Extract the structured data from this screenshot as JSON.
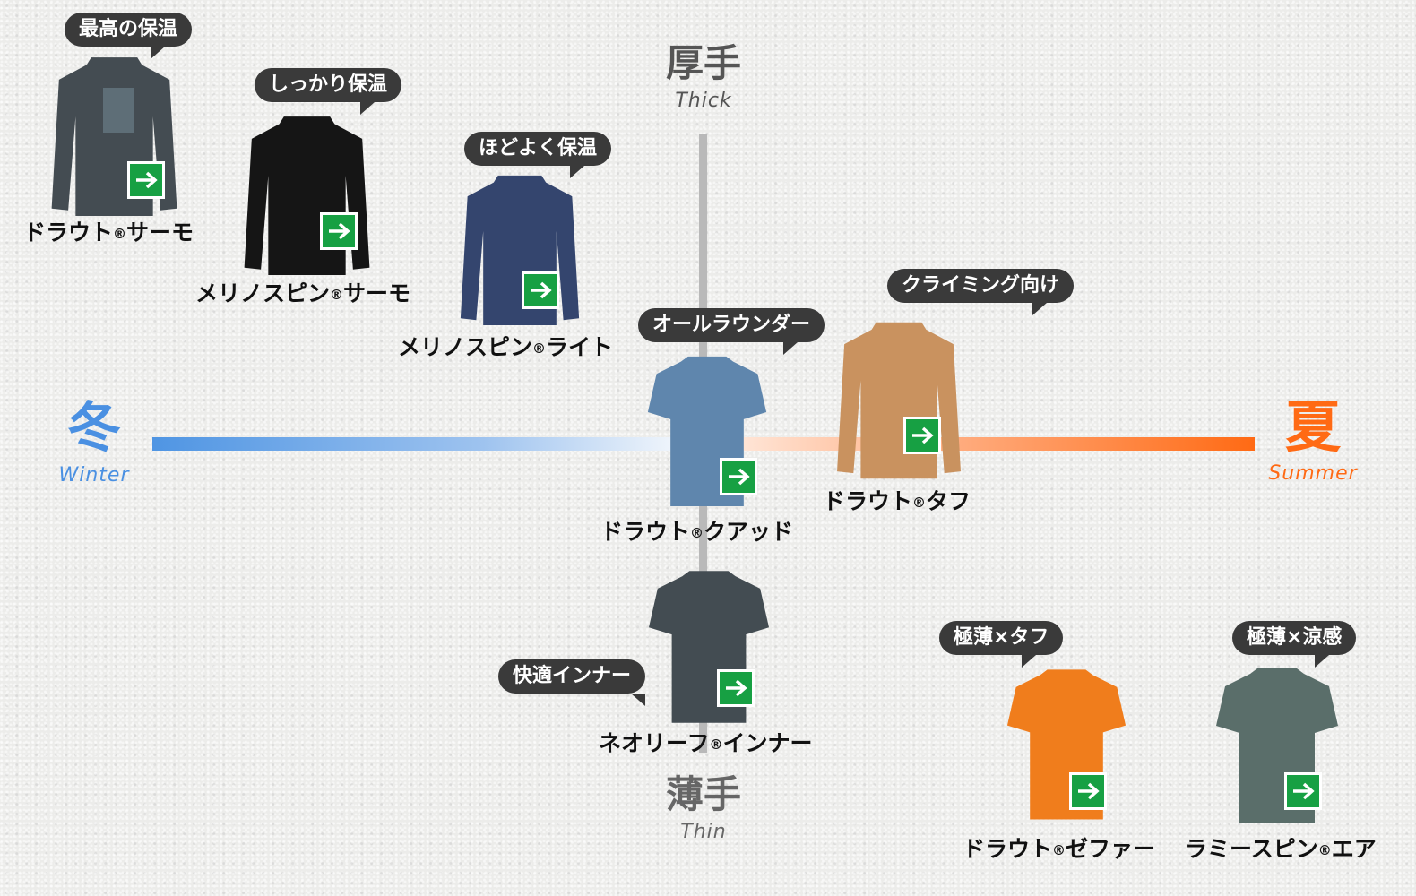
{
  "axes": {
    "top": {
      "jp": "厚手",
      "en": "Thick"
    },
    "bottom": {
      "jp": "薄手",
      "en": "Thin"
    },
    "left": {
      "jp": "冬",
      "en": "Winter",
      "color": "#4a90e2"
    },
    "right": {
      "jp": "夏",
      "en": "Summer",
      "color": "#ff6a14"
    },
    "label_color": "#555555"
  },
  "products": [
    {
      "tag": "最高の保温",
      "name_pre": "ドラウト",
      "reg": "®",
      "name_post": "サーモ",
      "color": "#444c52"
    },
    {
      "tag": "しっかり保温",
      "name_pre": "メリノスピン",
      "reg": "®",
      "name_post": "サーモ",
      "color": "#151515"
    },
    {
      "tag": "ほどよく保温",
      "name_pre": "メリノスピン",
      "reg": "®",
      "name_post": "ライト",
      "color": "#34456e"
    },
    {
      "tag": "オールラウンダー",
      "name_pre": "ドラウト",
      "reg": "®",
      "name_post": "クアッド",
      "color": "#5f86ad"
    },
    {
      "tag": "クライミング向け",
      "name_pre": "ドラウト",
      "reg": "®",
      "name_post": "タフ",
      "color": "#c9925f"
    },
    {
      "tag": "快適インナー",
      "name_pre": "ネオリーフ",
      "reg": "®",
      "name_post": "インナー",
      "color": "#434c52"
    },
    {
      "tag": "極薄×タフ",
      "name_pre": "ドラウト",
      "reg": "®",
      "name_post": "ゼファー",
      "color": "#f07d1c"
    },
    {
      "tag": "極薄×涼感",
      "name_pre": "ラミースピン",
      "reg": "®",
      "name_post": "エア",
      "color": "#5a6e6a"
    }
  ],
  "link_icon": {
    "name": "arrow-right-icon",
    "color": "#17a043"
  }
}
